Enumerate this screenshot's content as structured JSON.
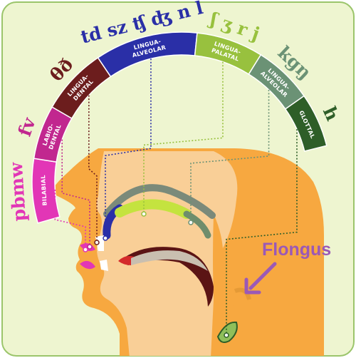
{
  "colors": {
    "background": "#eef5d0",
    "border": "#9bc56b",
    "head": "#f7a840",
    "head_inner": "#f9cf97",
    "bilabial": "#e236b6",
    "labiodental": "#c1278f",
    "linguadental": "#6c1d1d",
    "linguaalveolar": "#2a2fa7",
    "linguapalatal": "#98c13e",
    "linguaalveolar_back": "#6b9275",
    "glottal": "#2e5e28",
    "annotation": "#9b59b6"
  },
  "groups": [
    {
      "id": "bilabial",
      "symbols": "pbmw",
      "label_lines": [
        "BILABIAL"
      ],
      "icon": "lips-point-marker"
    },
    {
      "id": "labiodental",
      "symbols": "fv",
      "label_lines": [
        "LABIO-",
        "DENTAL"
      ],
      "icon": "teeth-lip-point-marker"
    },
    {
      "id": "linguadental",
      "symbols": "θð",
      "label_lines": [
        "LINGUA-",
        "DENTAL"
      ],
      "icon": "teeth-tongue-point-marker"
    },
    {
      "id": "linguaalveolar",
      "symbols": "td sz ʧ ʤ n l",
      "label_lines": [
        "LINGUA-",
        "ALVEOLAR"
      ],
      "icon": "alveolar-ridge-point-marker"
    },
    {
      "id": "linguapalatal",
      "symbols": "ʃ ʒ r j",
      "label_lines": [
        "LINGUA-",
        "PALATAL"
      ],
      "icon": "hard-palate-point-marker"
    },
    {
      "id": "linguaalveolar_back",
      "symbols": "kgŋ",
      "label_lines": [
        "LINGUA-",
        "ALVEOLAR"
      ],
      "icon": "soft-palate-point-marker"
    },
    {
      "id": "glottal",
      "symbols": "h",
      "label_lines": [
        "GLOTTAL"
      ],
      "icon": "glottis-point-marker"
    }
  ],
  "annotation": {
    "text": "Flongus",
    "icon": "arrow-icon"
  }
}
